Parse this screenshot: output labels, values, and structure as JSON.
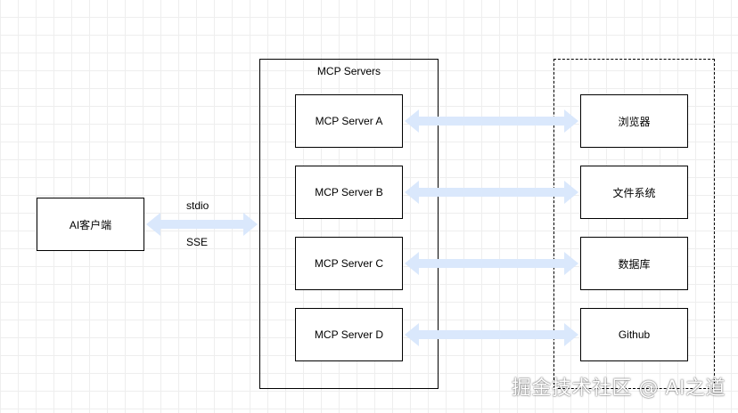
{
  "client": {
    "label": "AI客户端"
  },
  "transport": {
    "top_label": "stdio",
    "bottom_label": "SSE"
  },
  "servers_group": {
    "title": "MCP Servers",
    "servers": [
      "MCP Server A",
      "MCP Server B",
      "MCP Server C",
      "MCP Server D"
    ]
  },
  "resources": [
    "浏览器",
    "文件系统",
    "数据库",
    "Github"
  ],
  "colors": {
    "arrow": "#dae8fc"
  },
  "watermark": "掘金技术社区 @ AI之道"
}
